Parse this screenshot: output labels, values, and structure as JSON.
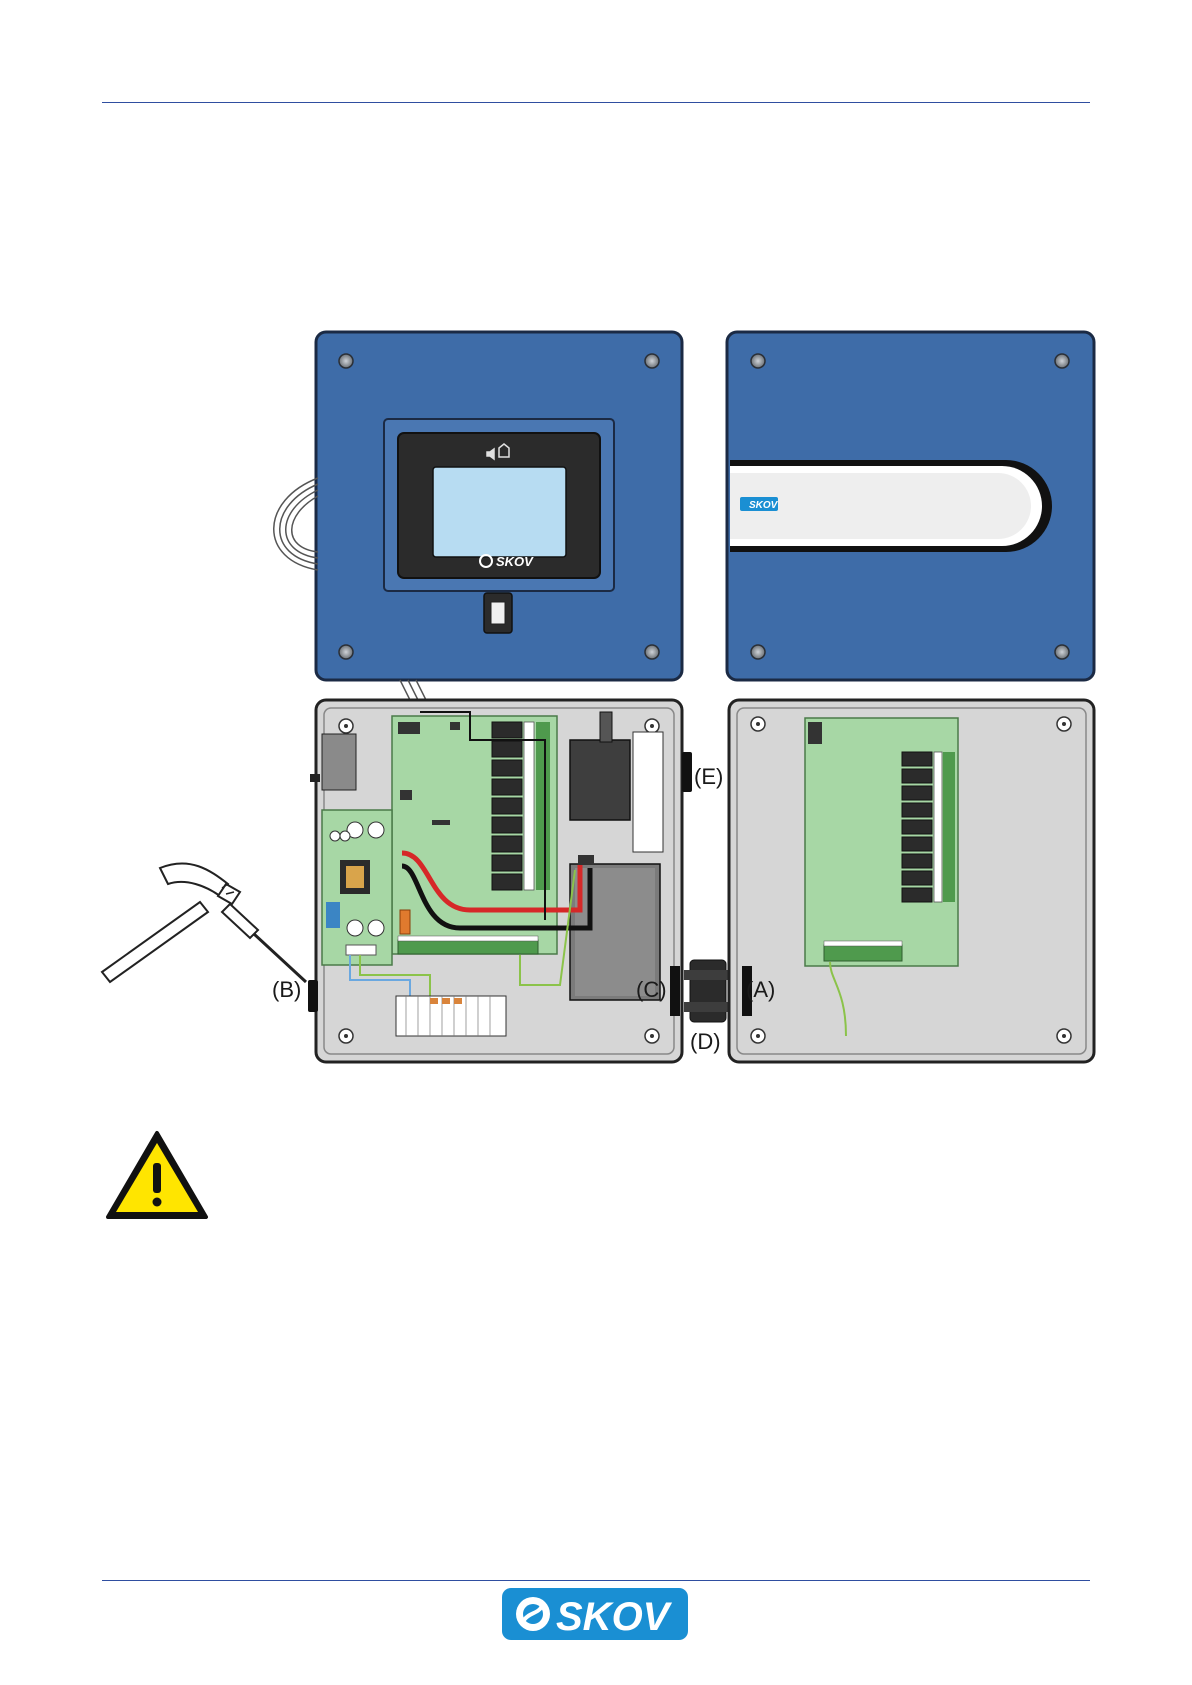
{
  "figure": {
    "callouts": {
      "a": "(A)",
      "b": "(B)",
      "c": "(C)",
      "d": "(D)",
      "e": "(E)"
    },
    "display_brand": "SKOV",
    "front_label_brand": "SKOV"
  },
  "footer": {
    "logo_text": "SKOV"
  },
  "colors": {
    "rule": "#2f4ea0",
    "cabinet_blue": "#3e6ca8",
    "brand_blue": "#1a8fd3",
    "pcb_green": "#a7d7a5",
    "warning_yellow": "#ffe500"
  },
  "icons": {
    "warning": "warning-triangle-icon",
    "hammer": "hammer-icon",
    "screwdriver": "screwdriver-icon"
  }
}
